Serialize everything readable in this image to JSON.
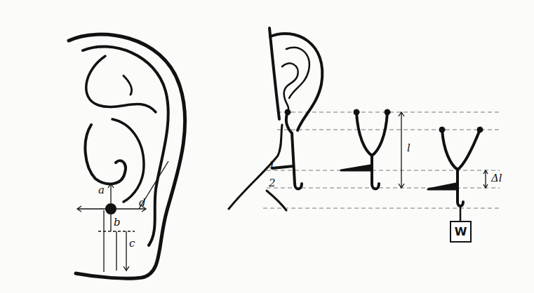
{
  "diagram": {
    "nodes": [
      {
        "text": [
          "W"
        ]
      }
    ],
    "labels": [
      "a",
      "d",
      "b",
      "c",
      "1",
      "2",
      "l",
      "Δl"
    ]
  }
}
